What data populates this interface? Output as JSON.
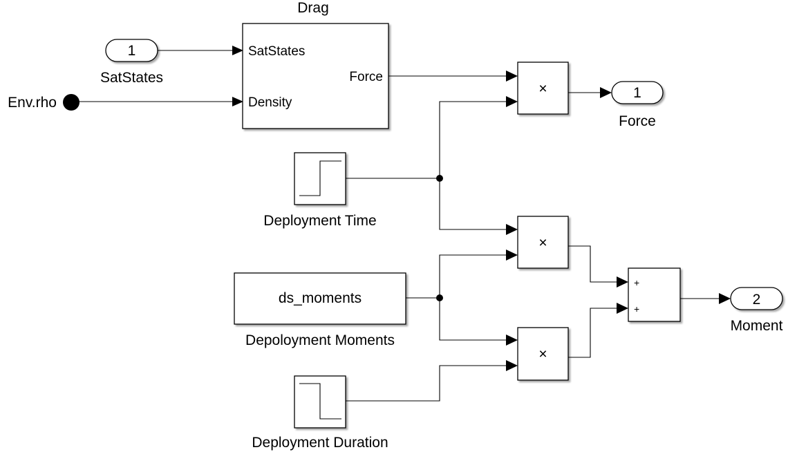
{
  "drag": {
    "title": "Drag",
    "in1": "SatStates",
    "in2": "Density",
    "out": "Force"
  },
  "inport": {
    "number": "1",
    "label": "SatStates"
  },
  "env": {
    "label": "Env.rho"
  },
  "product_symbol": "×",
  "step_time": {
    "label": "Deployment Time"
  },
  "constant": {
    "value": "ds_moments",
    "label": "Depoloyment Moments"
  },
  "step_duration": {
    "label": "Deployment Duration"
  },
  "sum": {
    "sign1": "+",
    "sign2": "+"
  },
  "out_force": {
    "number": "1",
    "label": "Force"
  },
  "out_moment": {
    "number": "2",
    "label": "Moment"
  }
}
